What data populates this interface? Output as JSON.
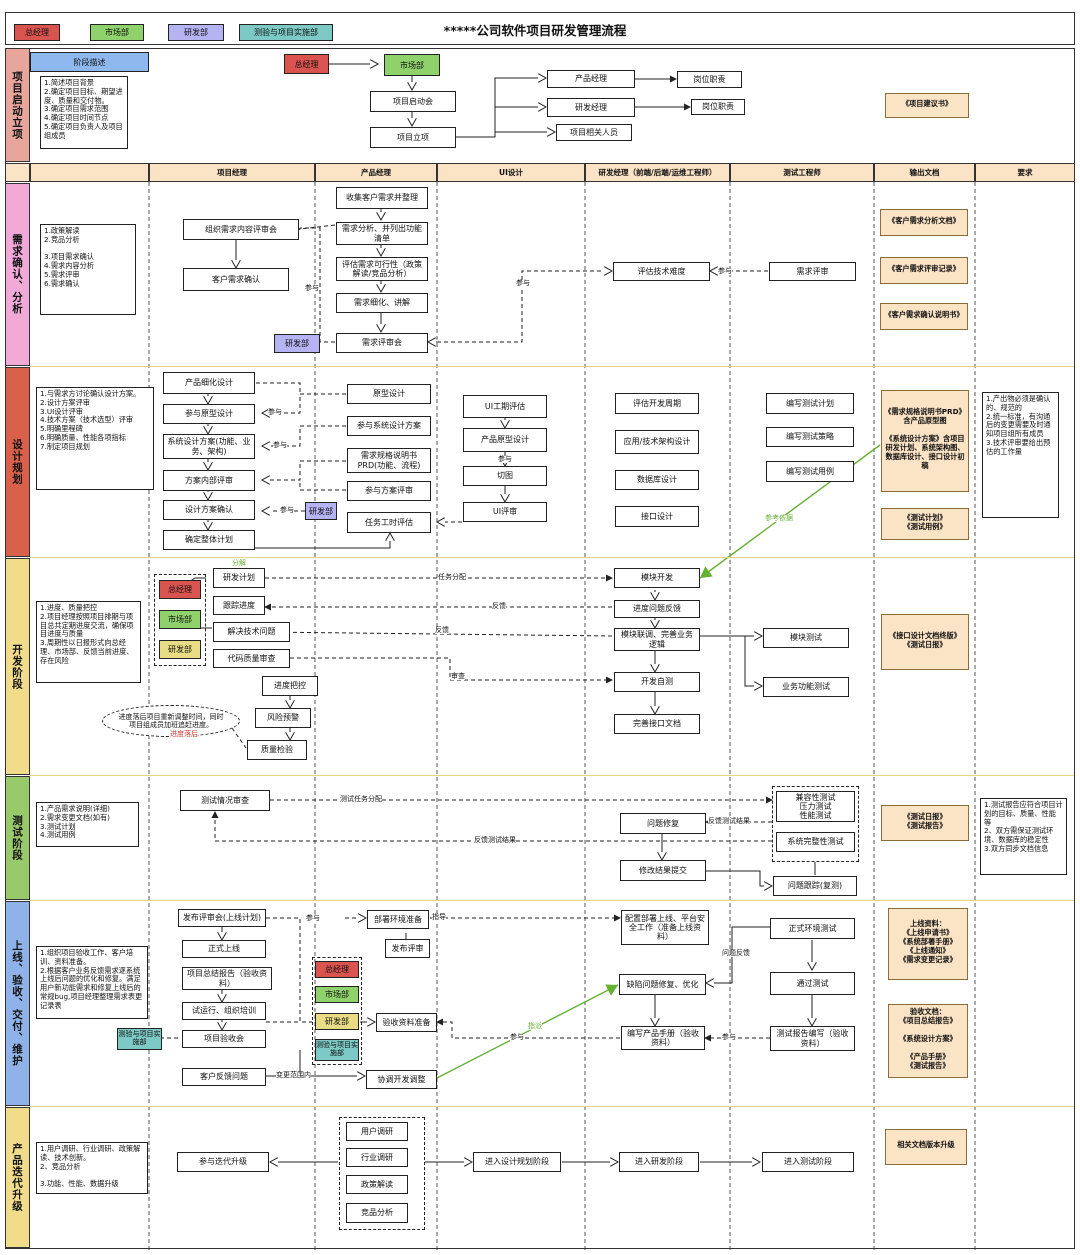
{
  "title": "*****公司软件项目研发管理流程",
  "legend": [
    {
      "label": "总经理",
      "color": "#d9534f"
    },
    {
      "label": "市场部",
      "color": "#8fd16b"
    },
    {
      "label": "研发部",
      "color": "#b6b3f3"
    },
    {
      "label": "测验与项目实施部",
      "color": "#7dc9c5"
    }
  ],
  "phases": {
    "start": "项目启动立项",
    "req": "需求确认、分析",
    "design": "设计规划",
    "dev": "开发阶段",
    "test": "测试阶段",
    "launch": "上线、验收、交付、维护",
    "iter": "产品迭代升级"
  },
  "columns": [
    "项目经理",
    "产品经理",
    "UI设计",
    "研发经理（前端/后端/运维工程师）",
    "测试工程师",
    "输出文档",
    "要求"
  ],
  "start": {
    "stage_desc": "阶段描述",
    "desc_text": "1.简述项目背景\n2.确定项目目标、期望进度、质量和交付物。\n3.确定项目需求范围\n4.确定项目时间节点\n5.确定项目负责人及项目组成员",
    "boss": "总经理",
    "market": "市场部",
    "kickoff": "项目启动会",
    "setup": "项目立项",
    "pm": "产品经理",
    "rd": "研发经理",
    "members": "项目相关人员",
    "duty1": "岗位职责",
    "duty2": "岗位职责",
    "doc": "《项目建议书》"
  },
  "req": {
    "note": "1.政策解读\n2.竞品分析\n\n3.项目需求确认\n4.需求内容分析\n5.需求评审\n6.需求确认",
    "organize": "组织需求内容评审会",
    "confirm": "客户需求确认",
    "collect": "收集客户需求并整理",
    "analyze": "需求分析、并列出功能清单",
    "feasible": "评估需求可行性（政策解读/竞品分析）",
    "refine": "需求细化、讲解",
    "review": "需求评审会",
    "rd_dept": "研发部",
    "eval_tech": "评估技术难度",
    "test_review": "需求评审",
    "join1": "参与",
    "join2": "参与",
    "join3": "参与",
    "doc1": "《客户需求分析文档》",
    "doc2": "《客户需求评审记录》",
    "doc3": "《客户需求确认说明书》"
  },
  "design": {
    "note": "1.与需求方讨论确认设计方案。\n2.设计方案评审\n3.UI设计评审\n4.技术方案（技术选型）评审\n5.明确里程碑\n6.明确质量、性能各项指标\n7.制定项目规划",
    "refine": "产品细化设计",
    "join_proto": "参与原型设计",
    "sys_design": "系统设计方案(功能、业务、架构)",
    "internal_review": "方案内部评审",
    "confirm": "设计方案确认",
    "plan": "确定整体计划",
    "prototype": "原型设计",
    "join_sys": "参与系统设计方案",
    "spec": "需求规格说明书PRD(功能、流程)",
    "join_review": "参与方案评审",
    "task_eval": "任务工时评估",
    "ui_eval": "UI工期评估",
    "product_ui": "产品原型设计",
    "cut": "切图",
    "ui_review": "UI评审",
    "ui_join": "参与",
    "dev_period": "评估开发周期",
    "arch": "应用/技术架构设计",
    "db": "数据库设计",
    "api": "接口设计",
    "test_plan": "编写测试计划",
    "test_strategy": "编写测试策略",
    "test_case": "编写测试用例",
    "rd_dept": "研发部",
    "join1": "参与",
    "join2": "参与",
    "join3": "参与",
    "ref": "参考依据",
    "doc1": "《需求规格说明书PRD》含产品原型图\n\n《系统设计方案》含项目研发计划、系统架构图、数据库设计、接口设计初稿",
    "doc2": "《测试计划》\n《测试用例》",
    "req_text": "1.产出物必须是确认的、规范的\n2.统一标准，有沟通后的变更需要及时通知项目组所有成员\n3.技术评审要给出预估的工作量"
  },
  "dev": {
    "note": "1.进度、质量把控\n2.项目经理按照项目排期与项目总共定期进度交流，确保项目进度与质量\n3.周期性以日报形式向总经理、市场部、反馈当前进度、存在风险",
    "decompose": "分解",
    "plan": "研发计划",
    "track": "跟踪进度",
    "solve": "解决技术问题",
    "code_review": "代码质量审查",
    "boss": "总经理",
    "market": "市场部",
    "rd": "研发部",
    "progress": "进度把控",
    "risk": "风险预警",
    "quality": "质量检验",
    "delay_text": "进度落后项目重新调整时间，同时项目组成员加班追赶进度。",
    "delay": "进度落后",
    "assign": "任务分配",
    "feedback": "反馈",
    "fb2": "反馈",
    "review": "审查",
    "module_dev": "模块开发",
    "issue_fb": "进度问题反馈",
    "joint": "模块联调、完善业务逻辑",
    "self_test": "开发自测",
    "api_doc": "完善接口文档",
    "module_test": "模块测试",
    "func_test": "业务功能测试",
    "doc": "《接口设计文档终版》\n《测试日报》"
  },
  "test": {
    "note": "1.产品需求说明(详细)\n2.需求变更文档(如有)\n3.测试计划\n4.测试用例",
    "review": "测试情况审查",
    "assign": "测试任务分配",
    "fb_result": "反馈测试结果",
    "fb_result2": "反馈测试结果",
    "compat": "兼容性测试\n压力测试\n性能测试",
    "integrity": "系统完整性测试",
    "fix": "问题修复",
    "submit": "修改结果提交",
    "track": "问题跟踪(复测)",
    "doc": "《测试日报》\n《测试报告》",
    "req_text": "1.测试报告应符合项目计划的目标、质量、性能等\n2、双方需保证测试环境、数据库的稳定性\n3.双方同步文档信息"
  },
  "launch": {
    "note": "1.组织项目验收工作、客户培训、资料准备。\n2.根据客户业务反馈需求逐系统上线后问题的优化和修复。满足用户新功能需求和修复上线后的常规bug,项目经理整理需求表更记录表",
    "release_review": "发布评审会(上线计划)",
    "go_live": "正式上线",
    "summary": "项目总结报告（验收资料）",
    "trial": "试运行、组织培训",
    "acceptance": "项目验收会",
    "feedback": "客户反馈问题",
    "change_scope": "变更范围内",
    "deploy_prep": "部署环境准备",
    "dispatch": "指导",
    "release_eval": "发布评审",
    "boss": "总经理",
    "market": "市场部",
    "rd": "研发部",
    "test_dept": "测验与项目实施部",
    "left_dept": "测验与项目实施部",
    "prep_docs": "验收资料准备",
    "coord": "协调开发调整",
    "config_deploy": "配置部署上线、平台安全工作（准备上线资料）",
    "bug_fix": "缺陷问题修复、优化",
    "manual": "编写产品手册（验收资料）",
    "formal_env": "正式环境测试",
    "pass": "通过测试",
    "test_report": "测试报告编写（验收资料）",
    "issue_fb": "问题反馈",
    "join": "参与",
    "join2": "参与",
    "join3": "参与",
    "guide": "指派",
    "doc1": "上线资料：\n《上线申请书》\n《系统部署手册》\n《上线通知》\n《需求变更记录》",
    "doc2": "验收文档：\n《项目总结报告》\n\n《系统设计方案》\n\n《产品手册》\n《测试报告》"
  },
  "iter": {
    "note": "1.用户调研、行业调研、政策解读、技术创新。\n2、竞品分析\n\n3.功能、性能、数据升级",
    "join_iter": "参与迭代升级",
    "user": "用户调研",
    "industry": "行业调研",
    "policy": "政策解读",
    "competitor": "竞品分析",
    "to_design": "进入设计规划阶段",
    "to_dev": "进入研发阶段",
    "to_test": "进入测试阶段",
    "doc": "相关文档版本升级"
  }
}
